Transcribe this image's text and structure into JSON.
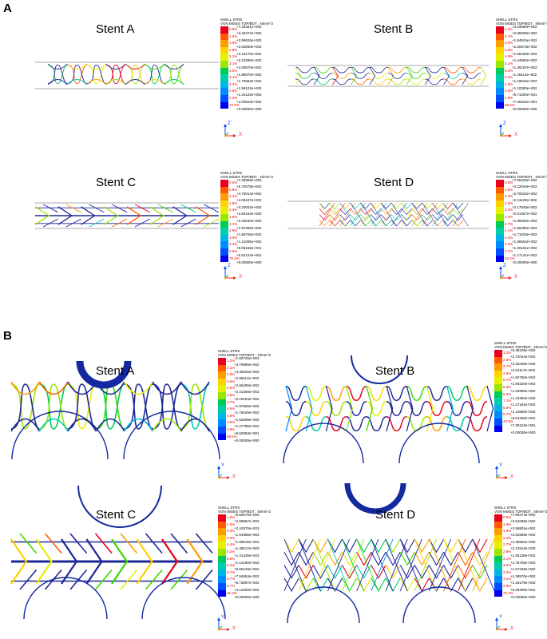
{
  "section_a": {
    "letter": "A"
  },
  "section_b": {
    "letter": "B"
  },
  "legend_header": {
    "line1": "SHELL STRS",
    "line2": "VON MISES TOP/BOT , N/mm^2"
  },
  "axis_labels": {
    "vertical_a": "Z",
    "vertical_b": "Y",
    "horizontal": "X"
  },
  "colors": {
    "scale": [
      "#e8001c",
      "#ff5a00",
      "#ff9c00",
      "#ffd200",
      "#e6f000",
      "#9be600",
      "#3cd700",
      "#00cc55",
      "#00cdaa",
      "#00b4e6",
      "#008cff",
      "#0050ff",
      "#0000f0"
    ],
    "stent_strut": "#1e2896",
    "rigid_surface": "#1428a0",
    "vessel_line": "#8c8c8c",
    "percent_text": "#e00000"
  },
  "panels": [
    {
      "id": "a-stent-a",
      "section": "A",
      "title": "Stent A",
      "values": [
        "+7.26451e+002",
        "+3.42272e+002",
        "+2.99628e+002",
        "+2.63060e+002",
        "+2.42170e+002",
        "+2.24290e+002",
        "+2.05970e+002",
        "+1.88970e+002",
        "+1.70563e+002",
        "+1.56102e+002",
        "+1.34125e+002",
        "+1.00523e+002",
        "+0.00000e+000"
      ],
      "percents": [
        "0.8%",
        "1.2%",
        "1.9%",
        "2.8%",
        "3.1%",
        "3.1%",
        "3.0%",
        "3.1%",
        "3.2%",
        "2.8%",
        "2.2%",
        "72.0%"
      ]
    },
    {
      "id": "a-stent-b",
      "section": "A",
      "title": "Stent B",
      "values": [
        "+3.33059e+002",
        "+2.06009e+002",
        "+1.84534e+002",
        "+1.60573e+002",
        "+1.55180e+002",
        "+1.44960e+002",
        "+1.36197e+002",
        "+1.28113e+002",
        "+1.19626e+002",
        "+1.10280e+002",
        "+9.71290e+001",
        "+7.26342e+001",
        "+0.00000e+000"
      ],
      "percents": [
        "1.2%",
        "2.1%",
        "3.0%",
        "3.6%",
        "4.5%",
        "5.1%",
        "5.3%",
        "5.0%",
        "4.5%",
        "3.8%",
        "2.8%",
        "58.5%"
      ]
    },
    {
      "id": "a-stent-c",
      "section": "A",
      "title": "Stent C",
      "values": [
        "+1.39959e+003",
        "+5.70579e+002",
        "+4.73014e+002",
        "+4.06227e+002",
        "+3.20002e+002",
        "+2.66163e+002",
        "+2.20540e+002",
        "+1.97255e+002",
        "+1.56706e+002",
        "+1.21005e+002",
        "+9.05158e+001",
        "+5.62124e+001",
        "+0.00000e+000"
      ],
      "percents": [
        "0.5%",
        "0.8%",
        "1.2%",
        "1.5%",
        "2.3%",
        "2.9%",
        "3.1%",
        "2.9%",
        "3.0%",
        "3.4%",
        "3.6%",
        "75.3%"
      ]
    },
    {
      "id": "a-stent-d",
      "section": "A",
      "title": "Stent D",
      "values": [
        "+7.55425e+002",
        "+3.22040e+002",
        "+2.70032e+002",
        "+2.41120e+002",
        "+2.17945e+002",
        "+2.01357e+002",
        "+1.85093e+002",
        "+1.66290e+002",
        "+1.71030e+002",
        "+1.55553e+002",
        "+1.30101e+002",
        "+1.17141e+002",
        "+0.00000e+000"
      ],
      "percents": [
        "0.9%",
        "1.8%",
        "2.4%",
        "2.5%",
        "3.3%",
        "4.1%",
        "4.7%",
        "4.1%",
        "4.3%",
        "4.2%",
        "3.7%",
        "62.2%"
      ]
    },
    {
      "id": "b-stent-a",
      "section": "B",
      "title": "Stent A",
      "values": [
        "+1.60726e+003",
        "+3.79986e+002",
        "+3.30026e+002",
        "+2.95114e+002",
        "+2.66400e+002",
        "+2.41300e+002",
        "+2.10154e+002",
        "+1.97660e+002",
        "+1.76049e+002",
        "+1.52809e+002",
        "+1.27786e+002",
        "+9.62953e+001",
        "+0.00000e+000"
      ],
      "percents": [
        "1.2%",
        "2.1%",
        "2.8%",
        "3.6%",
        "4.5%",
        "4.5%",
        "4.7%",
        "4.6%",
        "4.8%",
        "4.9%",
        "4.8%",
        "58.5%"
      ]
    },
    {
      "id": "b-stent-b",
      "section": "B",
      "title": "Stent B",
      "values": [
        "+6.38109e+002",
        "+2.72044e+002",
        "+2.30438e+002",
        "+2.04117e+002",
        "+1.84750e+002",
        "+1.69220e+002",
        "+1.54956e+002",
        "+1.41363e+002",
        "+1.27192e+002",
        "+1.12650e+002",
        "+9.61300e+001",
        "+7.30123e+001",
        "+0.00000e+000"
      ],
      "percents": [
        "1.2%",
        "2.6%",
        "3.7%",
        "4.9%",
        "5.7%",
        "6.3%",
        "6.5%",
        "7.1%",
        "8.0%",
        "5.7%",
        "43.9%"
      ]
    },
    {
      "id": "b-stent-c",
      "section": "B",
      "title": "Stent C",
      "values": [
        "+5.82570e+003",
        "+2.60967e+003",
        "+2.24570e+003",
        "+1.91956e+003",
        "+1.69516e+003",
        "+1.49617e+003",
        "+1.31425e+003",
        "+1.14190e+003",
        "+9.60419e+002",
        "+7.94654e+002",
        "+5.73897e+002",
        "+4.12000e+002",
        "+0.00000e+000"
      ],
      "percents": [
        "1.5%",
        "2.6%",
        "3.0%",
        "3.6%",
        "4.4%",
        "5.2%",
        "5.5%",
        "5.2%",
        "5.7%",
        "5.7%",
        "6.7%",
        "51.0%"
      ]
    },
    {
      "id": "b-stent-d",
      "section": "B",
      "title": "Stent D",
      "values": [
        "+7.09474e+002",
        "+3.51089e+002",
        "+2.96801e+002",
        "+2.62559e+002",
        "+2.35862e+002",
        "+2.13913e+002",
        "+1.94138e+002",
        "+1.75706e+002",
        "+1.57249e+002",
        "+1.38570e+002",
        "+1.18179e+002",
        "+9.29299e+001",
        "+0.00000e+000"
      ],
      "percents": [
        "0.8%",
        "1.6%",
        "1.9%",
        "2.4%",
        "2.7%",
        "2.8%",
        "3.1%",
        "3.2%",
        "3.2%",
        "3.1%",
        "2.8%",
        "72.2%"
      ]
    }
  ]
}
